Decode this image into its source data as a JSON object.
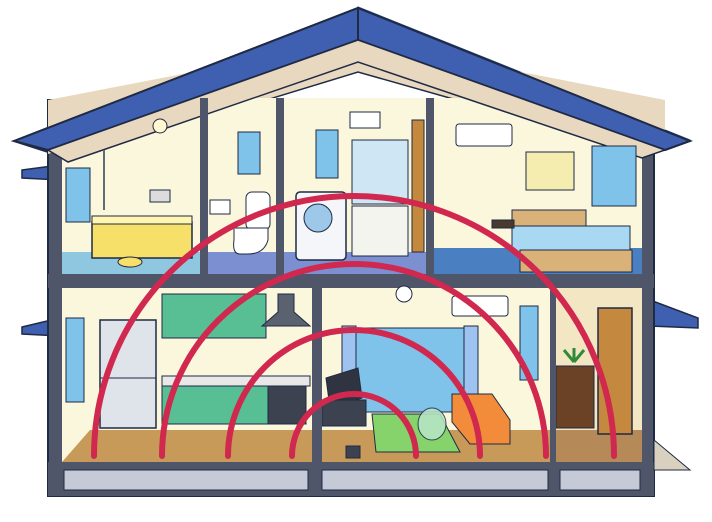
{
  "scene": {
    "kind": "house-cross-section",
    "floors": 2,
    "rooms": [
      "bathroom",
      "toilet-laundry",
      "washroom",
      "bedroom",
      "kitchen",
      "living-room",
      "entrance-hall"
    ],
    "signal_arcs": 4
  },
  "colors": {
    "roof": "#3f5fb0",
    "roof_shade": "#2c4690",
    "roof_underside": "#e9d8c0",
    "wall_frame": "#4f5669",
    "interior_wall": "#fbf7dc",
    "upper_floor": "#7c8fd1",
    "wood_floor": "#c89a5a",
    "signal_arc": "#d0284e",
    "cabinet_green": "#57bf93",
    "sofa": "#f28c3a",
    "rug": "#86d36b",
    "window_glass": "#7fc3ea",
    "curtain": "#9ec3f0"
  },
  "icons": [
    "ceiling-light-icon",
    "air-conditioner-icon",
    "washing-machine-icon",
    "toilet-icon",
    "bathtub-icon",
    "bed-icon",
    "refrigerator-icon",
    "range-hood-icon",
    "television-icon",
    "sofa-icon",
    "plant-icon",
    "door-icon",
    "map-picture-icon"
  ]
}
